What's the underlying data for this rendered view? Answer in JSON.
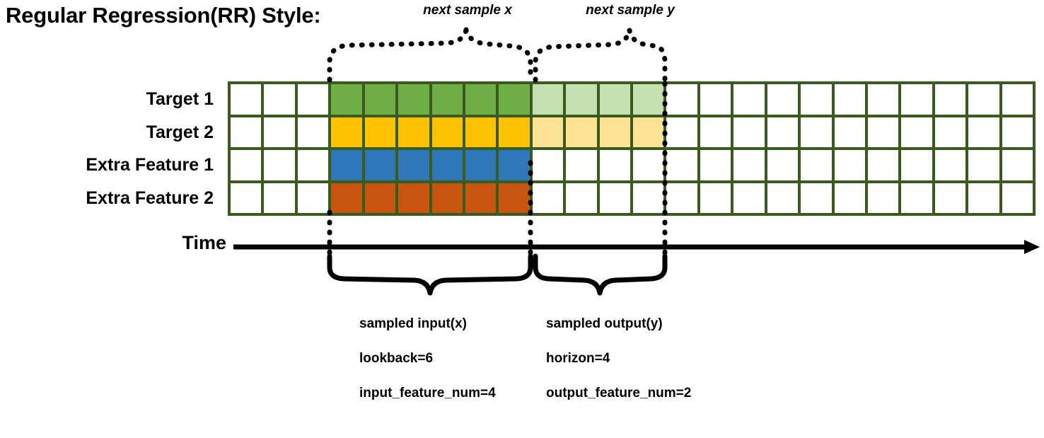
{
  "title": "Regular Regression(RR) Style:",
  "annotations": {
    "next_sample_x": "next sample x",
    "next_sample_y": "next sample y"
  },
  "rows": [
    {
      "label": "Target 1",
      "key": "target-1"
    },
    {
      "label": "Target 2",
      "key": "target-2"
    },
    {
      "label": "Extra Feature 1",
      "key": "extra-feature-1"
    },
    {
      "label": "Extra Feature 2",
      "key": "extra-feature-2"
    }
  ],
  "axis": {
    "label": "Time"
  },
  "grid": {
    "columns": 24,
    "rows": 4,
    "lead_blank": 3,
    "lookback_cols": 6,
    "horizon_cols": 4,
    "trailing_blank": 11,
    "cells": [
      [
        "w",
        "w",
        "w",
        "green",
        "green",
        "green",
        "green",
        "green",
        "green",
        "green-l",
        "green-l",
        "green-l",
        "green-l",
        "w",
        "w",
        "w",
        "w",
        "w",
        "w",
        "w",
        "w",
        "w",
        "w",
        "w"
      ],
      [
        "w",
        "w",
        "w",
        "amber",
        "amber",
        "amber",
        "amber",
        "amber",
        "amber",
        "amber-l",
        "amber-l",
        "amber-l",
        "amber-l",
        "w",
        "w",
        "w",
        "w",
        "w",
        "w",
        "w",
        "w",
        "w",
        "w",
        "w"
      ],
      [
        "w",
        "w",
        "w",
        "blue",
        "blue",
        "blue",
        "blue",
        "blue",
        "blue",
        "w",
        "w",
        "w",
        "w",
        "w",
        "w",
        "w",
        "w",
        "w",
        "w",
        "w",
        "w",
        "w",
        "w",
        "w"
      ],
      [
        "w",
        "w",
        "w",
        "orange",
        "orange",
        "orange",
        "orange",
        "orange",
        "orange",
        "w",
        "w",
        "w",
        "w",
        "w",
        "w",
        "w",
        "w",
        "w",
        "w",
        "w",
        "w",
        "w",
        "w",
        "w"
      ]
    ]
  },
  "captions": {
    "input": {
      "line1": "sampled input(x)",
      "line2": "lookback=6",
      "line3": "input_feature_num=4"
    },
    "output": {
      "line1": "sampled output(y)",
      "line2": "horizon=4",
      "line3": "output_feature_num=2"
    }
  },
  "colors": {
    "grid_border": "#3a5b1e",
    "green": "#6fae46",
    "green_light": "#c5dfb0",
    "amber": "#ffc200",
    "amber_light": "#fde294",
    "blue": "#2e77b8",
    "orange": "#c8550f",
    "ink": "#000000",
    "background": "#ffffff"
  }
}
